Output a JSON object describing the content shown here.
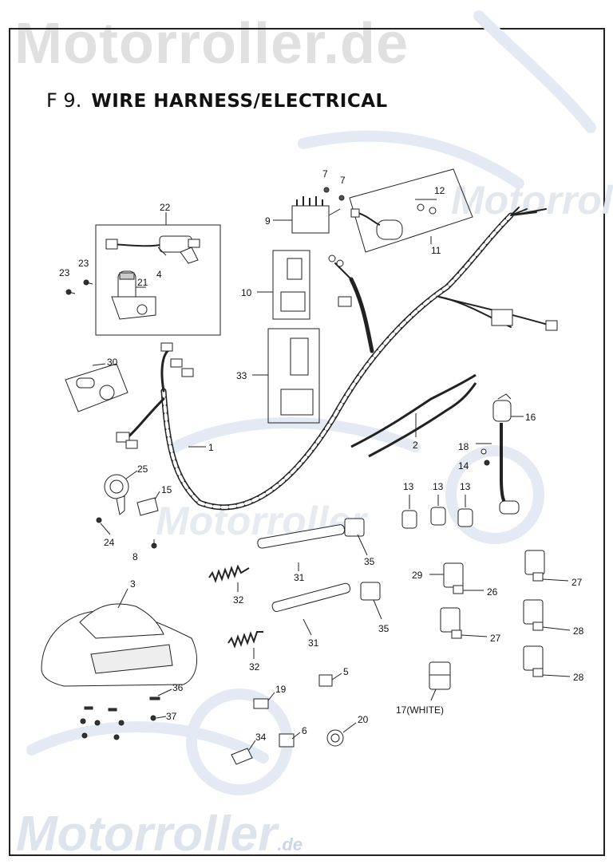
{
  "watermark": {
    "top": "Motorroller.de",
    "bottom": "Motorroller",
    "suffix": ".de"
  },
  "title": {
    "code": "F 9.",
    "name": "WIRE HARNESS/ELECTRICAL"
  },
  "labels": {
    "p1": "1",
    "p2": "2",
    "p3": "3",
    "p4": "4",
    "p5": "5",
    "p6": "6",
    "p7a": "7",
    "p7b": "7",
    "p8": "8",
    "p9": "9",
    "p10": "10",
    "p11": "11",
    "p12": "12",
    "p13a": "13",
    "p13b": "13",
    "p13c": "13",
    "p14": "14",
    "p15": "15",
    "p16": "16",
    "p17": "17(WHITE)",
    "p18": "18",
    "p19": "19",
    "p20": "20",
    "p21": "21",
    "p22": "22",
    "p23a": "23",
    "p23b": "23",
    "p24": "24",
    "p25": "25",
    "p26": "26",
    "p27a": "27",
    "p27b": "27",
    "p28a": "28",
    "p28b": "28",
    "p29": "29",
    "p30": "30",
    "p31a": "31",
    "p31b": "31",
    "p32a": "32",
    "p32b": "32",
    "p33": "33",
    "p34": "34",
    "p35a": "35",
    "p35b": "35",
    "p36": "36",
    "p37": "37"
  }
}
